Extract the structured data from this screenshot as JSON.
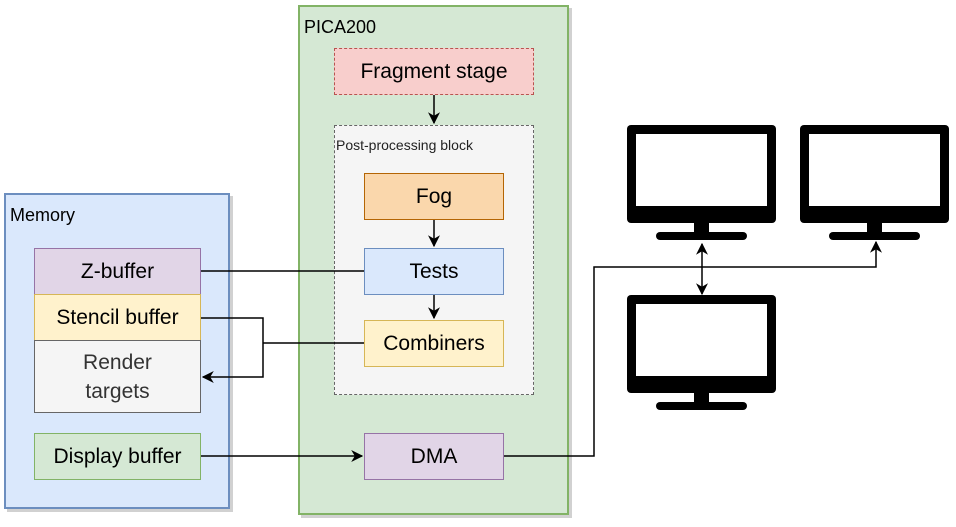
{
  "memory": {
    "label": "Memory",
    "blocks": {
      "z_buffer": "Z-buffer",
      "stencil_buffer": "Stencil buffer",
      "render_targets_line1": "Render",
      "render_targets_line2": "targets",
      "display_buffer": "Display buffer"
    }
  },
  "pica200": {
    "label": "PICA200",
    "fragment_stage": "Fragment stage",
    "post_processing": {
      "label": "Post-processing block",
      "fog": "Fog",
      "tests": "Tests",
      "combiners": "Combiners"
    },
    "dma": "DMA"
  },
  "displays": [
    {
      "name": "top-left-monitor"
    },
    {
      "name": "top-right-monitor"
    },
    {
      "name": "bottom-monitor"
    }
  ],
  "colors": {
    "memory_fill": "#dae8fc",
    "memory_stroke": "#6c8ebf",
    "pica_fill": "#d5e8d4",
    "pica_stroke": "#82b366",
    "fragment_fill": "#f8cecc",
    "fragment_stroke": "#b85450",
    "post_fill": "#f5f5f5",
    "fog_fill": "#fad7ac",
    "fog_stroke": "#b46504",
    "yellow_fill": "#fff2cc",
    "yellow_stroke": "#d6b656",
    "purple_fill": "#e1d5e7",
    "purple_stroke": "#9673a6",
    "gray_fill": "#f5f5f5",
    "gray_stroke": "#666666"
  }
}
